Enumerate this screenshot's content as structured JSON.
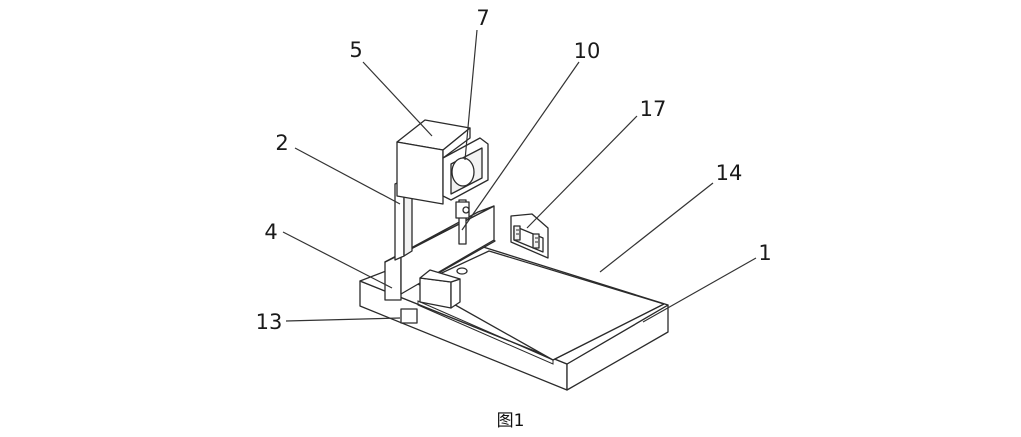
{
  "caption": "图1",
  "labels": {
    "l1": "1",
    "l2": "2",
    "l4": "4",
    "l5": "5",
    "l7": "7",
    "l10": "10",
    "l13": "13",
    "l14": "14",
    "l17": "17"
  },
  "colors": {
    "line": "#2b2b2b",
    "background": "#ffffff"
  }
}
